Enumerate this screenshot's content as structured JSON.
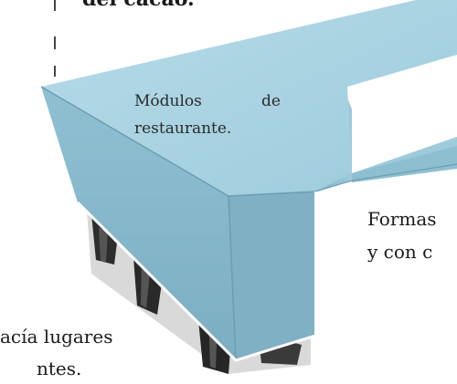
{
  "labels": {
    "top_fragment": "del cacao.",
    "module_word1": "Módulos",
    "module_word2": "de",
    "module_line2": "restaurante.",
    "right_line1": "Formas",
    "right_line2": "y con c",
    "bottom_line1": "acía lugares",
    "bottom_line2": "ntes."
  },
  "colors": {
    "top_face": "#a9d1e0",
    "front_face": "#86b6c8",
    "side_face": "#7aa9bc",
    "dark_legs": "#2e2e2e",
    "guide_line": "#444444"
  }
}
